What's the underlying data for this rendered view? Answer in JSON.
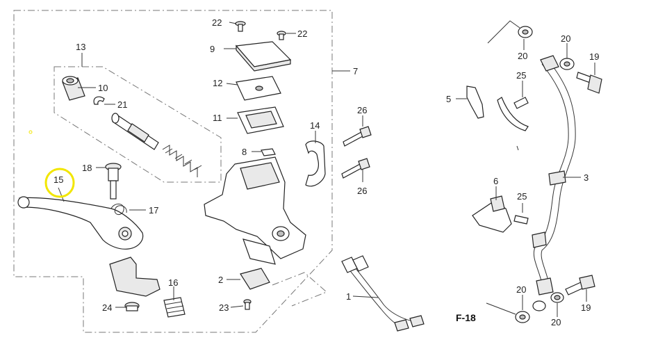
{
  "callouts": [
    {
      "id": "c1",
      "text": "1"
    },
    {
      "id": "c2",
      "text": "2"
    },
    {
      "id": "c3",
      "text": "3"
    },
    {
      "id": "c5",
      "text": "5"
    },
    {
      "id": "c6",
      "text": "6"
    },
    {
      "id": "c7",
      "text": "7"
    },
    {
      "id": "c8",
      "text": "8"
    },
    {
      "id": "c9",
      "text": "9"
    },
    {
      "id": "c10",
      "text": "10"
    },
    {
      "id": "c11",
      "text": "11"
    },
    {
      "id": "c12",
      "text": "12"
    },
    {
      "id": "c13",
      "text": "13"
    },
    {
      "id": "c14",
      "text": "14"
    },
    {
      "id": "c15",
      "text": "15"
    },
    {
      "id": "c16",
      "text": "16"
    },
    {
      "id": "c17",
      "text": "17"
    },
    {
      "id": "c18",
      "text": "18"
    },
    {
      "id": "c19a",
      "text": "19"
    },
    {
      "id": "c19b",
      "text": "19"
    },
    {
      "id": "c20a",
      "text": "20"
    },
    {
      "id": "c20b",
      "text": "20"
    },
    {
      "id": "c20c",
      "text": "20"
    },
    {
      "id": "c20d",
      "text": "20"
    },
    {
      "id": "c21",
      "text": "21"
    },
    {
      "id": "c22a",
      "text": "22"
    },
    {
      "id": "c22b",
      "text": "22"
    },
    {
      "id": "c23",
      "text": "23"
    },
    {
      "id": "c24",
      "text": "24"
    },
    {
      "id": "c25a",
      "text": "25"
    },
    {
      "id": "c25b",
      "text": "25"
    },
    {
      "id": "c26a",
      "text": "26"
    },
    {
      "id": "c26b",
      "text": "26"
    }
  ],
  "reference": "F-18",
  "highlight": {
    "target": "15",
    "color": "#f2e600"
  }
}
